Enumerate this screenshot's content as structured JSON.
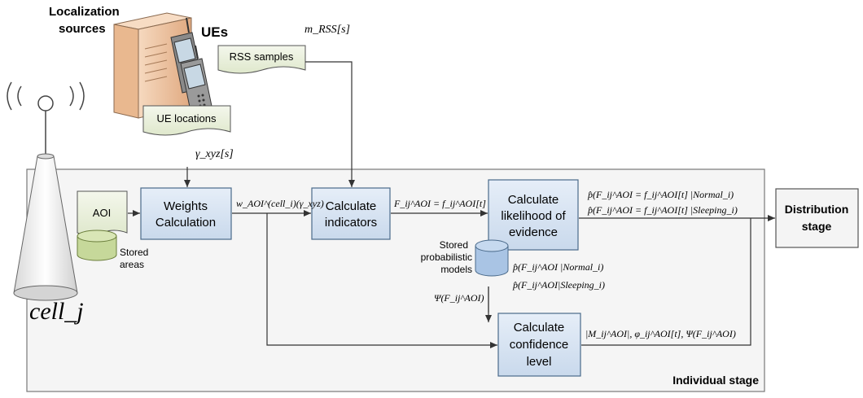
{
  "sources": {
    "title_line1": "Localization",
    "title_line2": "sources",
    "ues_label": "UEs",
    "rss_samples_label": "RSS samples",
    "ue_locations_label": "UE locations"
  },
  "signals": {
    "m_rss": "m_RSS[s]",
    "gamma_xyz": "γ_xyz[s]",
    "weights_output": "w_AOI^(cell_i)(γ_xyz)",
    "indicator_output": "F_ij^AOI = f_ij^AOI[t]",
    "likelihood_output_normal": "p̂(F_ij^AOI = f_ij^AOI[t] |Normal_i)",
    "likelihood_output_sleeping": "p̂(F_ij^AOI = f_ij^AOI[t] |Sleeping_i)",
    "model_normal": "p̂(F_ij^AOI |Normal_i)",
    "model_sleeping": "p̂(F_ij^AOI|Sleeping_i)",
    "psi": "Ψ(F_ij^AOI)",
    "confidence_output": "|M_ij^AOI|, φ_ij^AOI[t], Ψ(F_ij^AOI)"
  },
  "blocks": {
    "aoi": "AOI",
    "stored_areas_line1": "Stored",
    "stored_areas_line2": "areas",
    "weights_line1": "Weights",
    "weights_line2": "Calculation",
    "indicators_line1": "Calculate",
    "indicators_line2": "indicators",
    "likelihood_line1": "Calculate",
    "likelihood_line2": "likelihood of",
    "likelihood_line3": "evidence",
    "models_line1": "Stored",
    "models_line2": "probabilistic",
    "models_line3": "models",
    "confidence_line1": "Calculate",
    "confidence_line2": "confidence",
    "confidence_line3": "level",
    "distribution_line1": "Distribution",
    "distribution_line2": "stage"
  },
  "cell_label": "cell_j",
  "stage_label": "Individual stage",
  "colors": {
    "block_fill": "#dce6f2",
    "block_stroke": "#4a6a8a",
    "doc_fill": "#eef3e2",
    "cyl_green": "#c5d99a",
    "cyl_blue": "#a9c4e4",
    "server_fill": "#f0c9a8",
    "stage_fill": "#f4f4f4"
  }
}
